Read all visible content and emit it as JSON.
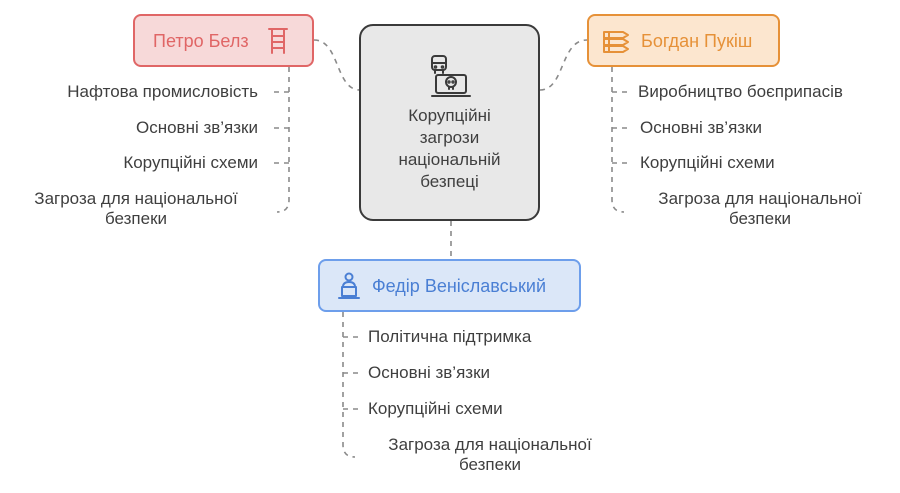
{
  "center": {
    "title_lines": [
      "Корупційні",
      "загрози",
      "національній",
      "безпеці"
    ],
    "icon": "bus-skull-laptop-icon"
  },
  "branches": {
    "belz": {
      "name": "Петро Белз",
      "color": "#e06666",
      "icon": "ladder-icon",
      "items": [
        "Нафтова промисловість",
        "Основні зв’язки",
        "Корупційні схеми",
        "Загроза для національної",
        "безпеки"
      ]
    },
    "pukish": {
      "name": "Богдан Пукіш",
      "color": "#e69138",
      "icon": "ammo-icon",
      "items": [
        "Виробництво боєприпасів",
        "Основні зв’язки",
        "Корупційні схеми",
        "Загроза для національної",
        "безпеки"
      ]
    },
    "venislavsky": {
      "name": "Федір Веніславський",
      "color": "#4a7fd4",
      "icon": "speaker-podium-icon",
      "items": [
        "Політична підтримка",
        "Основні зв’язки",
        "Корупційні схеми",
        "Загроза для національної",
        "безпеки"
      ]
    }
  }
}
